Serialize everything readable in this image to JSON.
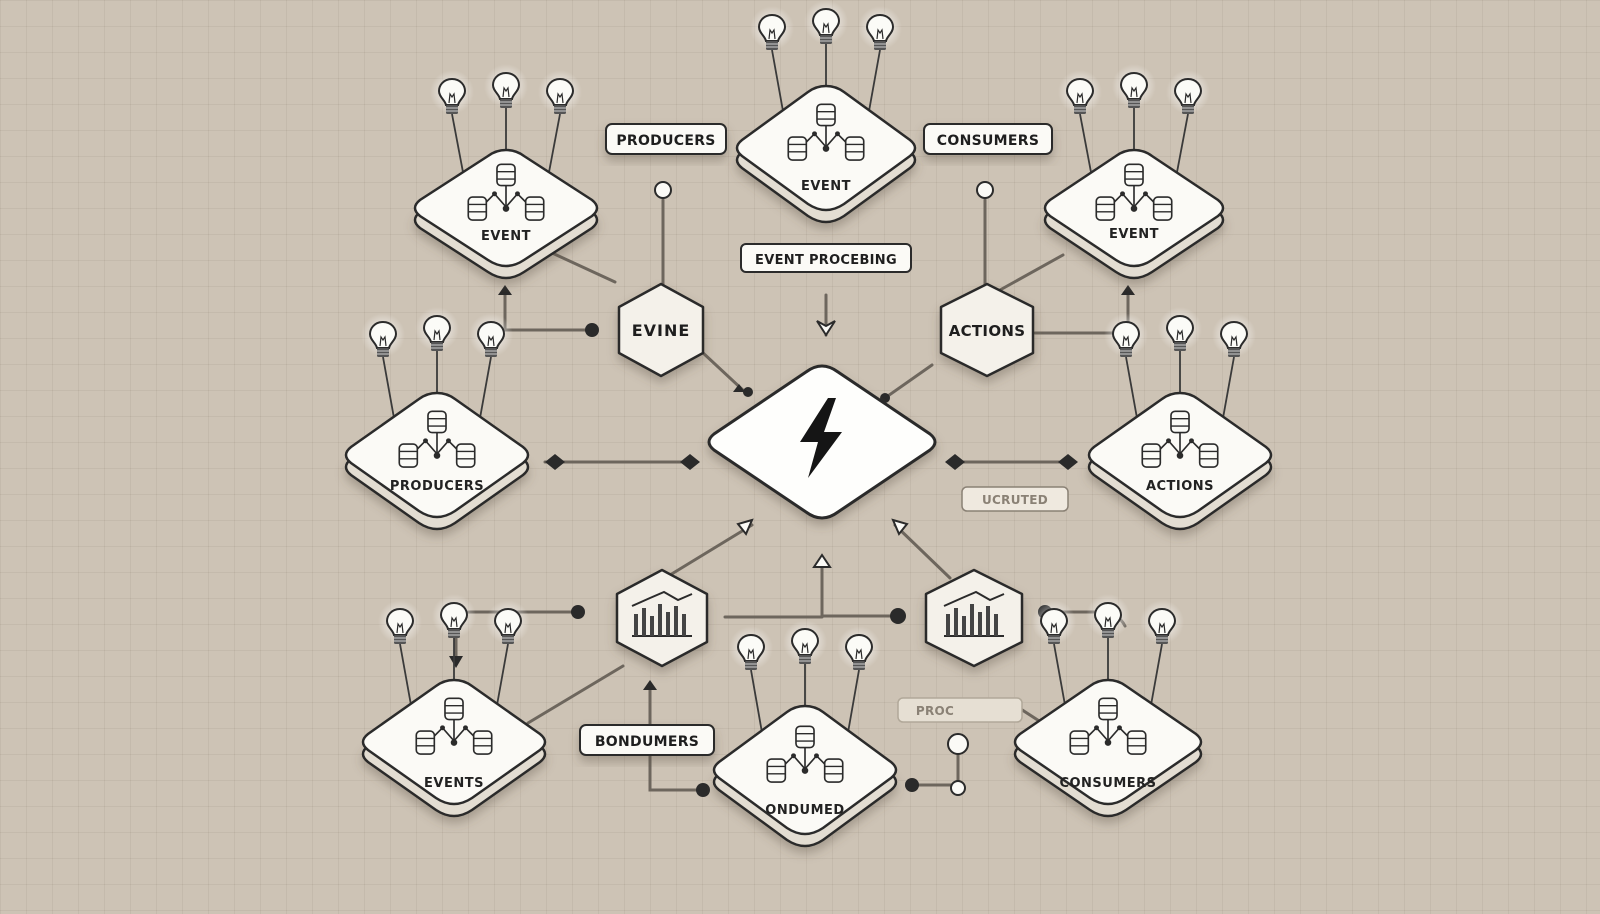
{
  "tags": {
    "producers_top": "PRODUCERS",
    "consumers_top": "CONSUMERS",
    "event_processing": "EVENT PROCEBING",
    "ucruted": "UCRUTED",
    "bondumers": "BONDUMERS",
    "proc_faint": "PROC"
  },
  "nodes": {
    "event_top_left": "EVENT",
    "event_top_center": "EVENT",
    "event_top_right": "EVENT",
    "producers_mid_left": "PRODUCERS",
    "actions_mid_right": "ACTIONS",
    "events_bottom_left": "EVENTS",
    "consumed_bottom_center": "ONDUMED",
    "consumers_bottom_right": "CONSUMERS"
  },
  "hubs": {
    "hub_left_label": "EVINE",
    "hub_right_label": "ACTIONS"
  },
  "icons": {
    "central": "lightning-bolt-icon",
    "hub_chart": "bar-chart-icon",
    "node_icon": "database-network-icon",
    "bulb": "light-bulb-icon"
  },
  "colors": {
    "background": "#cdc3b5",
    "node_fill": "#fbfaf6",
    "node_stroke": "#2b2b2b",
    "connector": "#6d665d"
  }
}
